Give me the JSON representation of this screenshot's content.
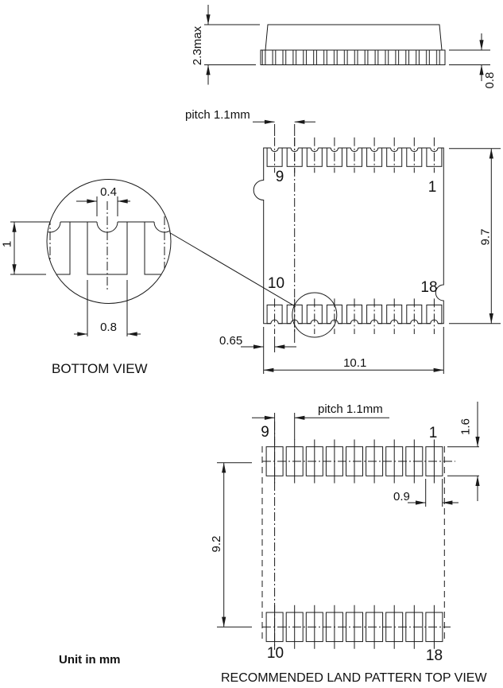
{
  "side_view": {
    "height_dim": "2.3max",
    "lead_dim": "0.8"
  },
  "bottom_view": {
    "pitch_dim": "pitch 1.1mm",
    "pin9_label": "9",
    "pin1_label": "1",
    "pin10_label": "10",
    "pin18_label": "18",
    "offset_dim": "0.65",
    "width_dim": "10.1",
    "height_dim": "9.7",
    "caption": "BOTTOM VIEW"
  },
  "detail_view": {
    "notch_dim": "0.4",
    "pin_length_dim": "1",
    "pin_width_dim": "0.8"
  },
  "land_pattern": {
    "pitch_dim": "pitch 1.1mm",
    "pin9_label": "9",
    "pin1_label": "1",
    "pin10_label": "10",
    "pin18_label": "18",
    "pad_height_dim": "1.6",
    "pad_width_dim": "0.9",
    "span_dim": "9.2",
    "caption": "RECOMMENDED LAND PATTERN TOP VIEW"
  },
  "footer": {
    "unit_note": "Unit in mm"
  },
  "colors": {
    "line": "#1a1a1a",
    "background": "#ffffff"
  }
}
